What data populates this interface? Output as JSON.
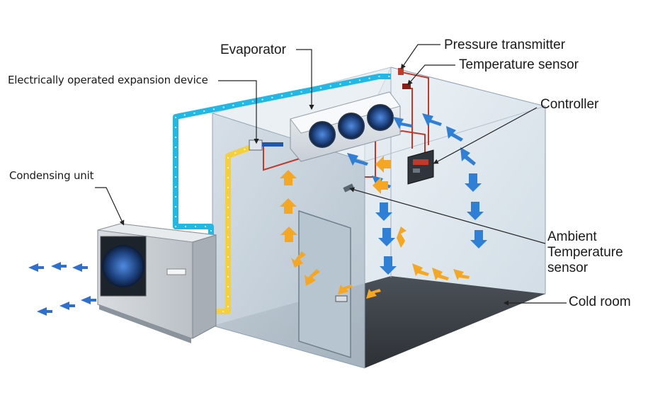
{
  "labels": {
    "evaporator": "Evaporator",
    "pressure_transmitter": "Pressure transmitter",
    "temperature_sensor": "Temperature sensor",
    "controller": "Controller",
    "expansion_device": "Electrically operated expansion device",
    "condensing_unit": "Condensing unit",
    "ambient_line1": "Ambient",
    "ambient_line2": "Temperature",
    "ambient_line3": "sensor",
    "cold_room": "Cold room"
  },
  "colors": {
    "liquid_line": "#22b8e6",
    "suction_line": "#f4d03f",
    "wiring": "#c0392b",
    "cold_air": "#2f7fd6",
    "warm_air": "#f5a623",
    "room_wall": "#c9d6e0",
    "floor": "#3a3f45"
  }
}
